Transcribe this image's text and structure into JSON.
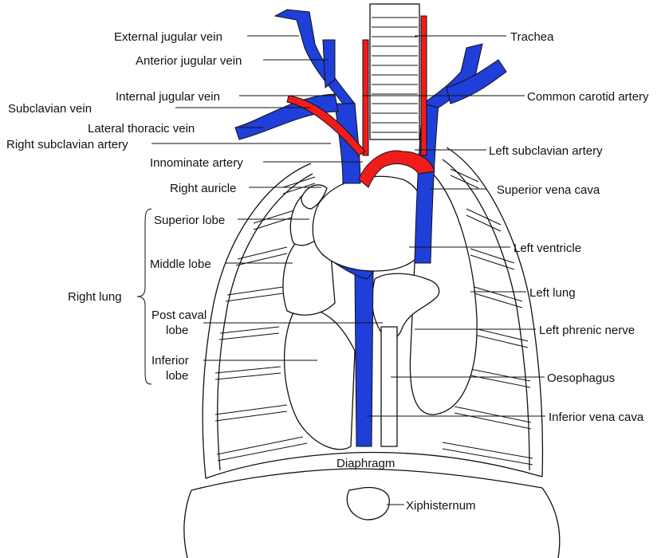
{
  "colors": {
    "vein": "#1f3fd8",
    "artery": "#f01c1c",
    "ink": "#111111",
    "background": "#ffffff"
  },
  "labels": {
    "external_jugular_vein": "External jugular vein",
    "anterior_jugular_vein": "Anterior jugular vein",
    "internal_jugular_vein": "Internal jugular vein",
    "subclavian_vein": "Subclavian vein",
    "lateral_thoracic_vein": "Lateral thoracic vein",
    "right_subclavian_artery": "Right subclavian artery",
    "innominate_artery": "Innominate artery",
    "right_auricle": "Right auricle",
    "superior_lobe": "Superior lobe",
    "middle_lobe": "Middle lobe",
    "right_lung": "Right lung",
    "post_caval_lobe_1": "Post caval",
    "post_caval_lobe_2": "lobe",
    "inferior_lobe_1": "Inferior",
    "inferior_lobe_2": "lobe",
    "trachea": "Trachea",
    "common_carotid_artery": "Common carotid artery",
    "left_subclavian_artery": "Left subclavian artery",
    "superior_vena_cava": "Superior vena cava",
    "left_ventricle": "Left ventricle",
    "left_lung": "Left lung",
    "left_phrenic_nerve": "Left phrenic nerve",
    "oesophagus": "Oesophagus",
    "inferior_vena_cava": "Inferior vena cava",
    "diaphragm": "Diaphragm",
    "xiphisternum": "Xiphisternum"
  }
}
